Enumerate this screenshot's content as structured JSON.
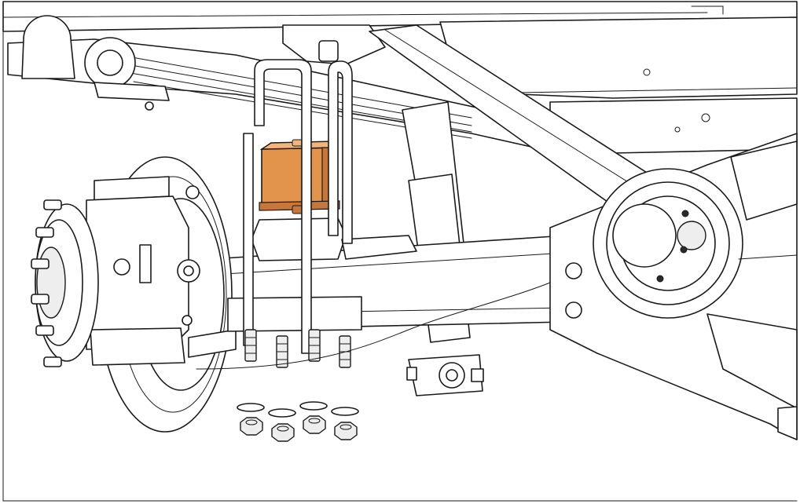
{
  "figure": {
    "subject": "rear-axle-leaf-spring-lift-block-installation",
    "highlight_color": "#e2954a",
    "highlight_shade": "#c7773a",
    "line_color": "#1a1a1a",
    "background": "#ffffff",
    "hardware_counts": {
      "u_bolts": 2,
      "washers": 4,
      "nuts": 4
    }
  }
}
